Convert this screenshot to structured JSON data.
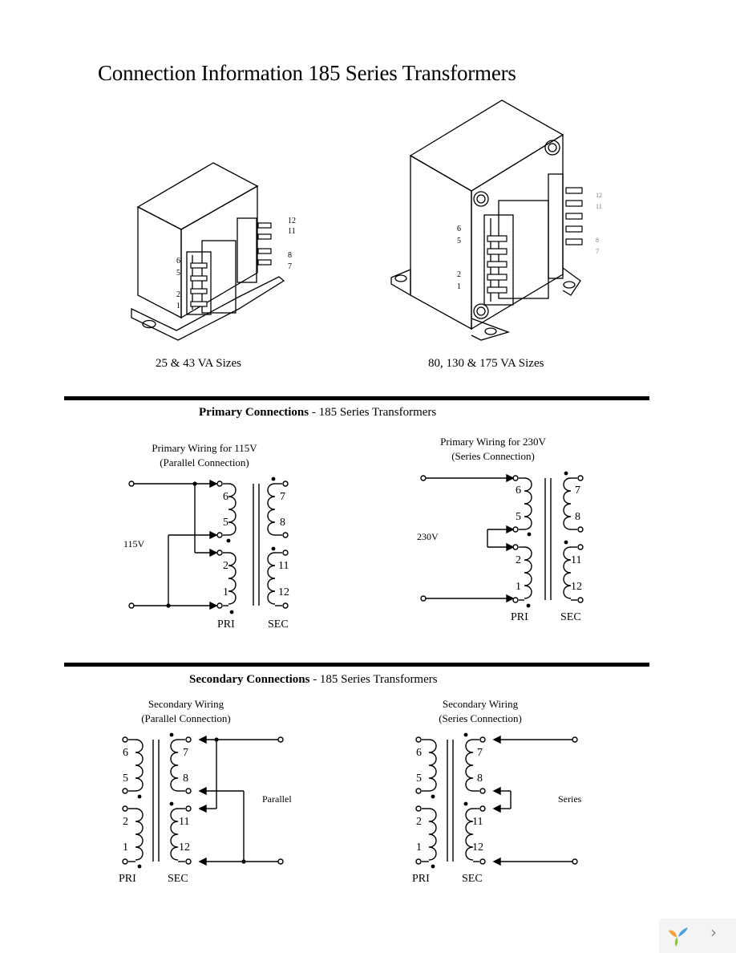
{
  "title": "Connection Information 185 Series Transformers",
  "images": {
    "small": {
      "caption": "25 & 43 VA Sizes",
      "pins_left": [
        "6",
        "5",
        "2",
        "1"
      ],
      "pins_right": [
        "12",
        "11",
        "8",
        "7"
      ]
    },
    "large": {
      "caption": "80, 130 & 175 VA Sizes",
      "pins_left": [
        "6",
        "5",
        "2",
        "1"
      ],
      "pins_right": [
        "12",
        "11",
        "8",
        "7"
      ]
    }
  },
  "primary": {
    "heading_bold": "Primary Connections",
    "heading_rest": " - 185 Series Transformers",
    "parallel": {
      "title": "Primary Wiring for 115V",
      "subtitle": "(Parallel Connection)",
      "voltage": "115V",
      "pins_pri": [
        "6",
        "5",
        "2",
        "1"
      ],
      "pins_sec": [
        "7",
        "8",
        "11",
        "12"
      ],
      "pri": "PRI",
      "sec": "SEC"
    },
    "series": {
      "title": "Primary Wiring for 230V",
      "subtitle": "(Series Connection)",
      "voltage": "230V",
      "pins_pri": [
        "6",
        "5",
        "2",
        "1"
      ],
      "pins_sec": [
        "7",
        "8",
        "11",
        "12"
      ],
      "pri": "PRI",
      "sec": "SEC"
    }
  },
  "secondary": {
    "heading_bold": "Secondary Connections",
    "heading_rest": " - 185 Series Transformers",
    "parallel": {
      "title": "Secondary Wiring",
      "subtitle": "(Parallel Connection)",
      "note": "Parallel",
      "pins_pri": [
        "6",
        "5",
        "2",
        "1"
      ],
      "pins_sec": [
        "7",
        "8",
        "11",
        "12"
      ],
      "pri": "PRI",
      "sec": "SEC"
    },
    "series": {
      "title": "Secondary Wiring",
      "subtitle": "(Series Connection)",
      "note": "Series",
      "pins_pri": [
        "6",
        "5",
        "2",
        "1"
      ],
      "pins_sec": [
        "7",
        "8",
        "11",
        "12"
      ],
      "pri": "PRI",
      "sec": "SEC"
    }
  },
  "viewer": {
    "next_icon": "chevron-right-icon",
    "logo_icon": "viewer-logo-icon"
  }
}
